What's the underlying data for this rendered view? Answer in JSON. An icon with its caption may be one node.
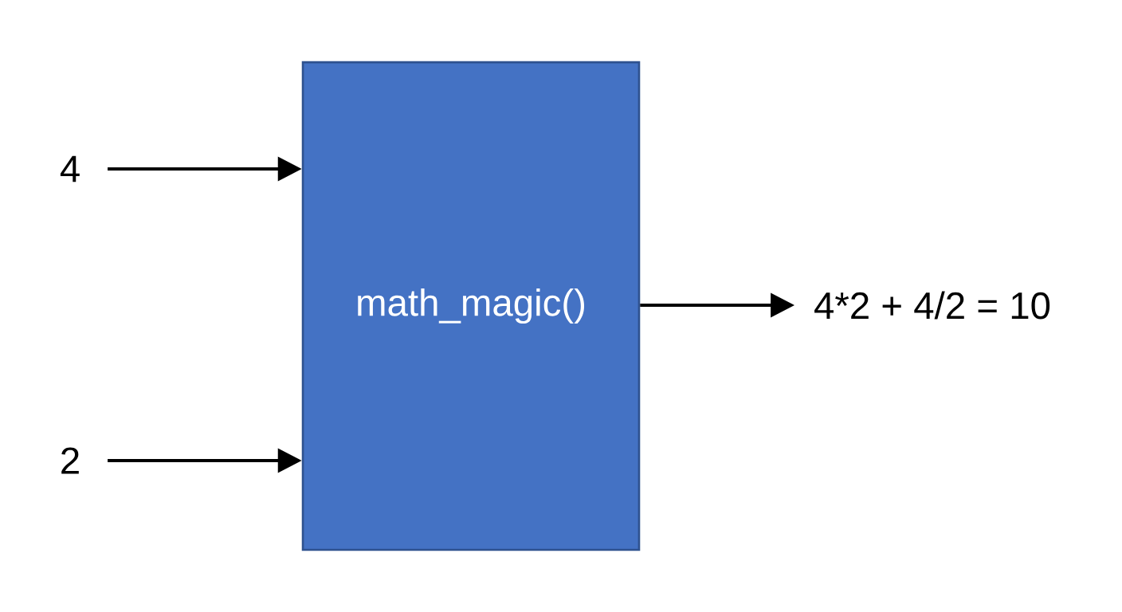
{
  "diagram": {
    "nodes": [
      {
        "text": [
          "4"
        ]
      },
      {
        "text": [
          "2"
        ]
      },
      {
        "text": [
          "math_magic()"
        ]
      },
      {
        "text": [
          "4*2 + 4/2 = 10"
        ]
      }
    ],
    "edges": [
      {
        "from": 0,
        "to": 2,
        "arrow": "to"
      },
      {
        "from": 1,
        "to": 2,
        "arrow": "to"
      },
      {
        "from": 2,
        "to": 3,
        "arrow": "to"
      }
    ]
  }
}
